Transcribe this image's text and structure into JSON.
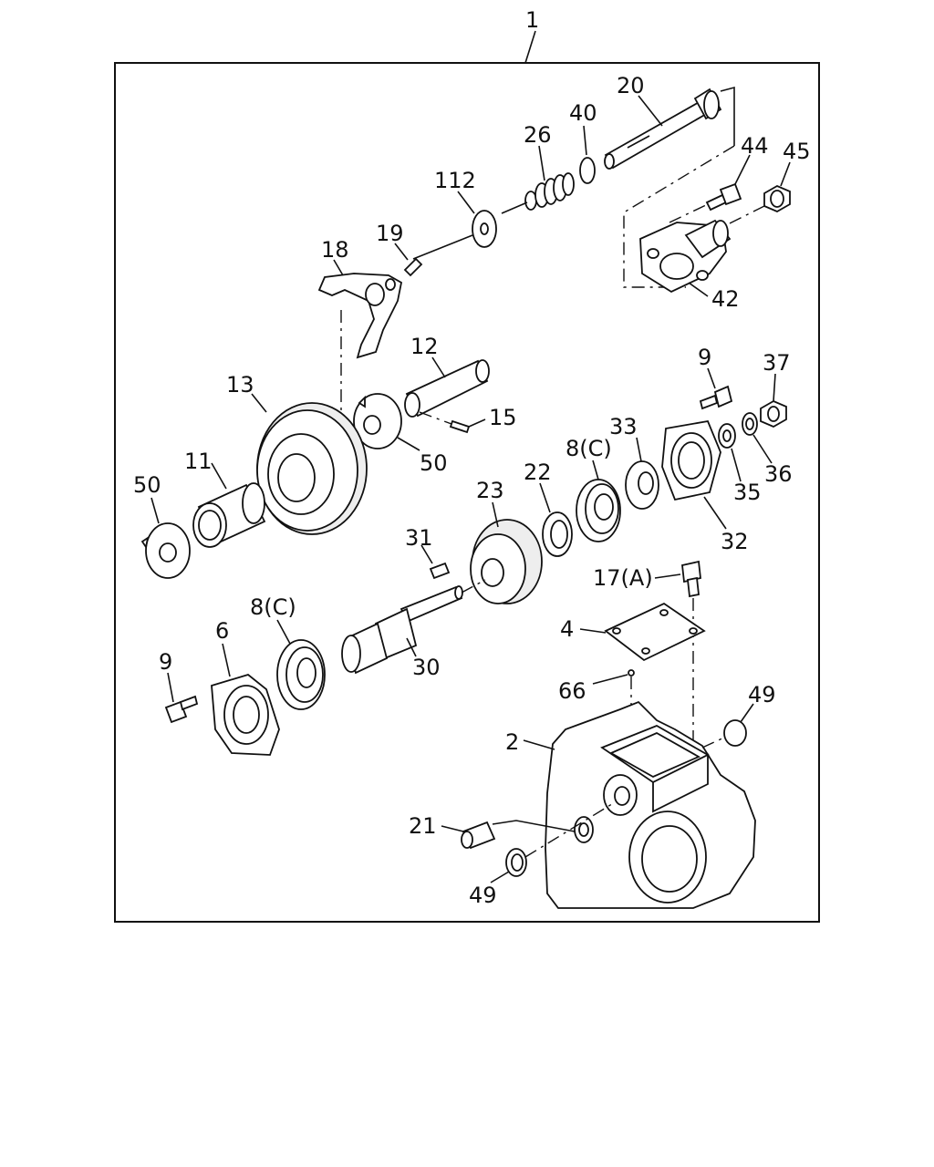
{
  "diagram": {
    "labels": [
      {
        "key": "1",
        "text": "1"
      },
      {
        "key": "20",
        "text": "20"
      },
      {
        "key": "40",
        "text": "40"
      },
      {
        "key": "26",
        "text": "26"
      },
      {
        "key": "44",
        "text": "44"
      },
      {
        "key": "45",
        "text": "45"
      },
      {
        "key": "112",
        "text": "112"
      },
      {
        "key": "19",
        "text": "19"
      },
      {
        "key": "18",
        "text": "18"
      },
      {
        "key": "42",
        "text": "42"
      },
      {
        "key": "12",
        "text": "12"
      },
      {
        "key": "9a",
        "text": "9"
      },
      {
        "key": "37",
        "text": "37"
      },
      {
        "key": "13",
        "text": "13"
      },
      {
        "key": "15",
        "text": "15"
      },
      {
        "key": "50a",
        "text": "50"
      },
      {
        "key": "33",
        "text": "33"
      },
      {
        "key": "8c_a",
        "text": "8(C)"
      },
      {
        "key": "35",
        "text": "35"
      },
      {
        "key": "36",
        "text": "36"
      },
      {
        "key": "11",
        "text": "11"
      },
      {
        "key": "22",
        "text": "22"
      },
      {
        "key": "23",
        "text": "23"
      },
      {
        "key": "50b",
        "text": "50"
      },
      {
        "key": "32",
        "text": "32"
      },
      {
        "key": "31",
        "text": "31"
      },
      {
        "key": "17a",
        "text": "17(A)"
      },
      {
        "key": "8c_b",
        "text": "8(C)"
      },
      {
        "key": "6",
        "text": "6"
      },
      {
        "key": "4",
        "text": "4"
      },
      {
        "key": "9b",
        "text": "9"
      },
      {
        "key": "30",
        "text": "30"
      },
      {
        "key": "66",
        "text": "66"
      },
      {
        "key": "49a",
        "text": "49"
      },
      {
        "key": "2",
        "text": "2"
      },
      {
        "key": "21",
        "text": "21"
      },
      {
        "key": "49b",
        "text": "49"
      }
    ]
  }
}
